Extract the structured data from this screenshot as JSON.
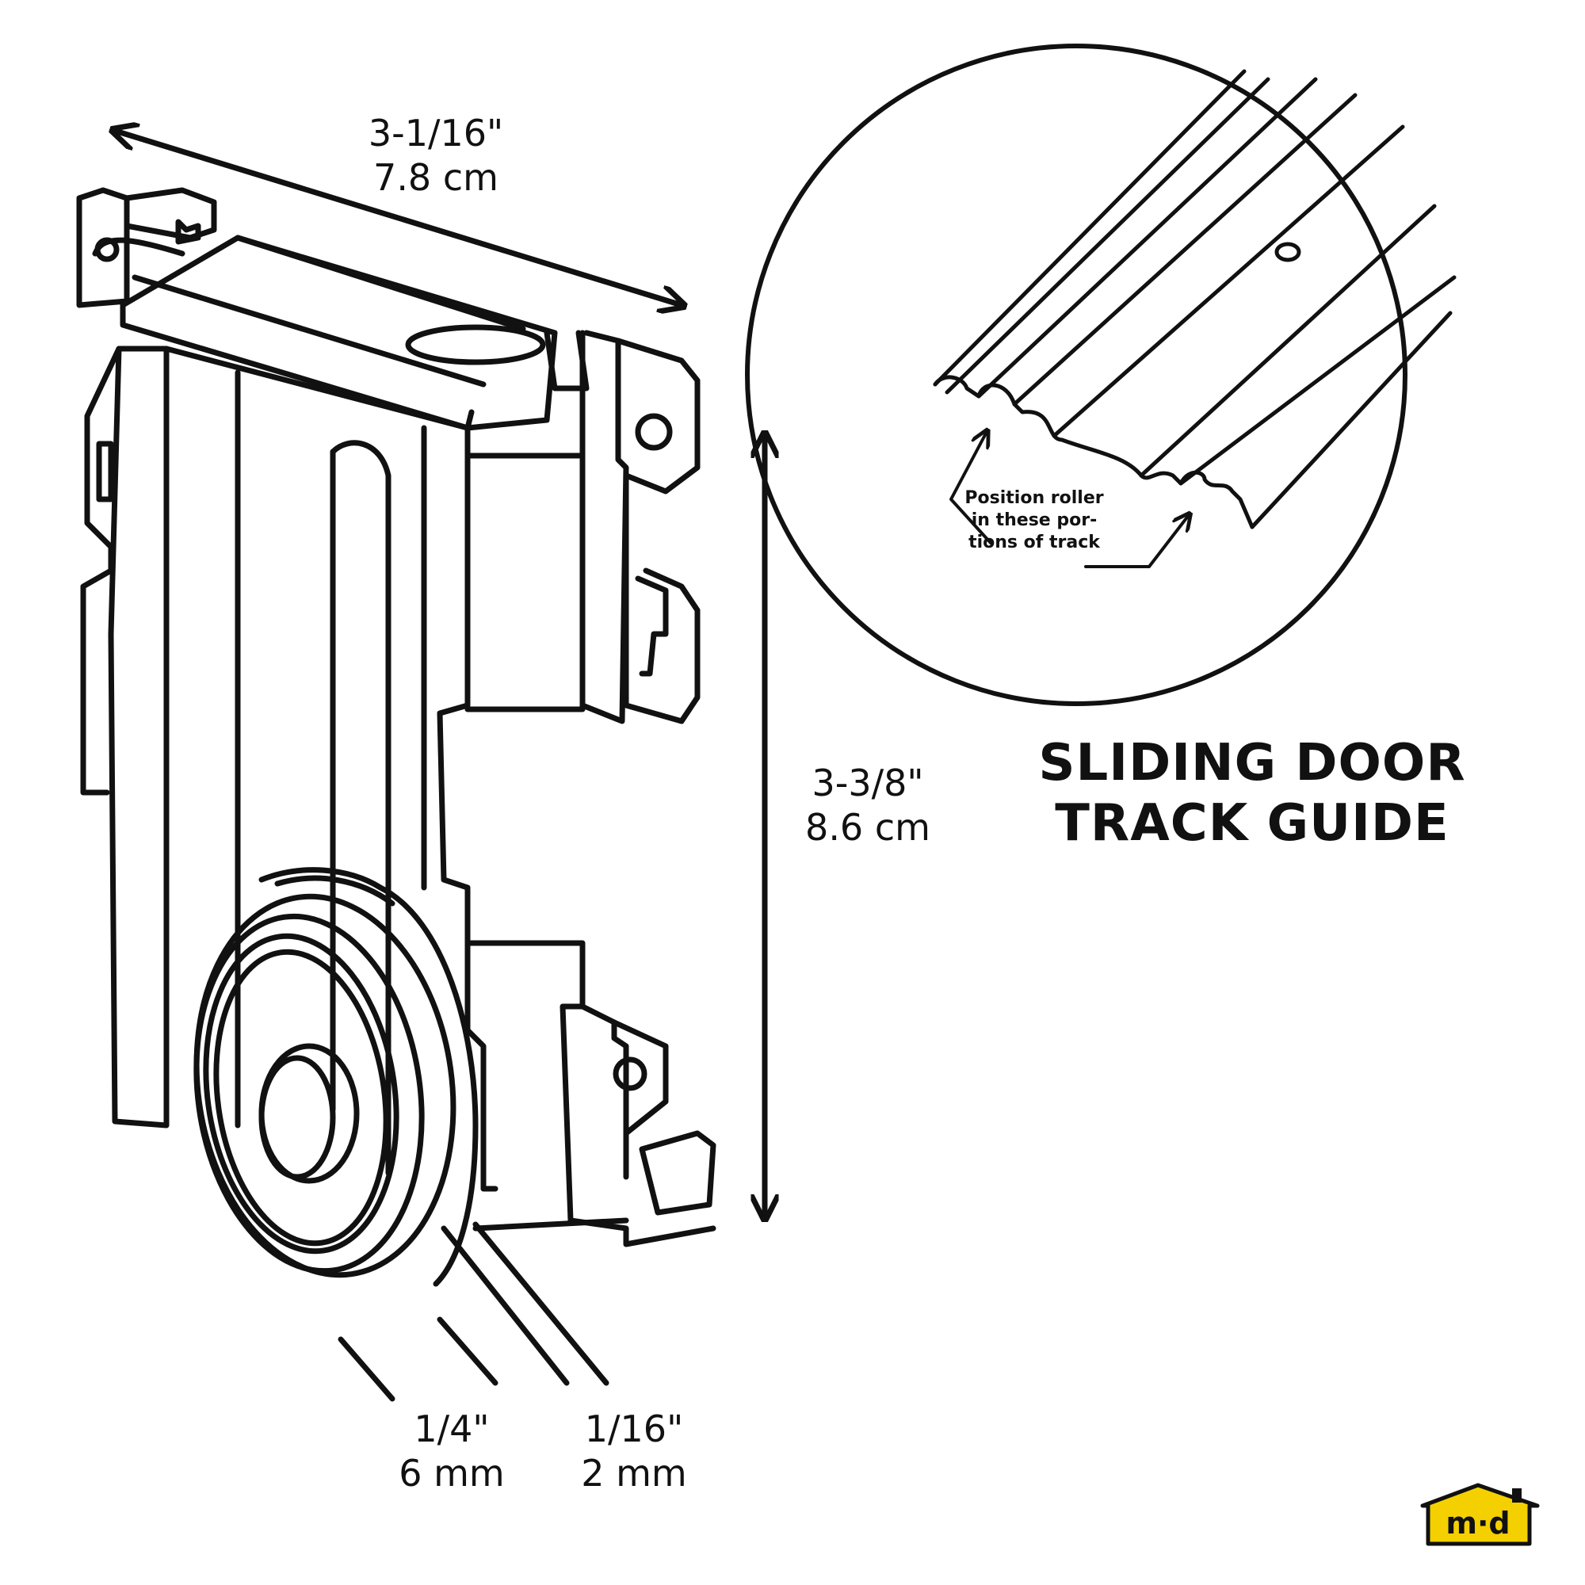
{
  "dimensions": {
    "width": {
      "imperial": "3-1/16\"",
      "metric": "7.8 cm"
    },
    "height": {
      "imperial": "3-3/8\"",
      "metric": "8.6 cm"
    },
    "wheel_width": {
      "imperial": "1/4\"",
      "metric": "6 mm"
    },
    "flange_width": {
      "imperial": "1/16\"",
      "metric": "2 mm"
    }
  },
  "track_detail": {
    "note_lines": [
      "Position roller",
      "in these por-",
      "tions of track"
    ]
  },
  "title_lines": [
    "SLIDING DOOR",
    "TRACK GUIDE"
  ],
  "logo": {
    "text": "m·d"
  },
  "colors": {
    "line": "#111111",
    "logo_fill": "#f5d000",
    "background": "#ffffff"
  }
}
